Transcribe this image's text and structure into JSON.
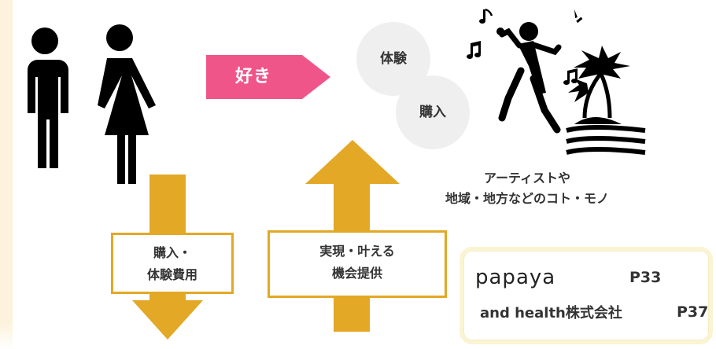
{
  "labels": {
    "suki": "好き",
    "taiken": "体験",
    "kounyu": "購入",
    "target_line1": "アーティストや",
    "target_line2": "地域・地方などのコト・モノ",
    "down_line1": "購入・",
    "down_line2": "体験費用",
    "up_line1": "実現・叶える",
    "up_line2": "機会提供"
  },
  "companies": [
    {
      "name": "papaya",
      "page": "P33"
    },
    {
      "name": "and health株式会社",
      "page": "P37"
    }
  ],
  "colors": {
    "pink_accent": "#f0558a",
    "arrow_gold": "#e3a826",
    "circle_grey": "#efefef",
    "background_tint": "#fdf3dd"
  },
  "icons": [
    "man-icon",
    "woman-icon",
    "singer-icon",
    "music-note-icon",
    "palm-island-icon"
  ]
}
